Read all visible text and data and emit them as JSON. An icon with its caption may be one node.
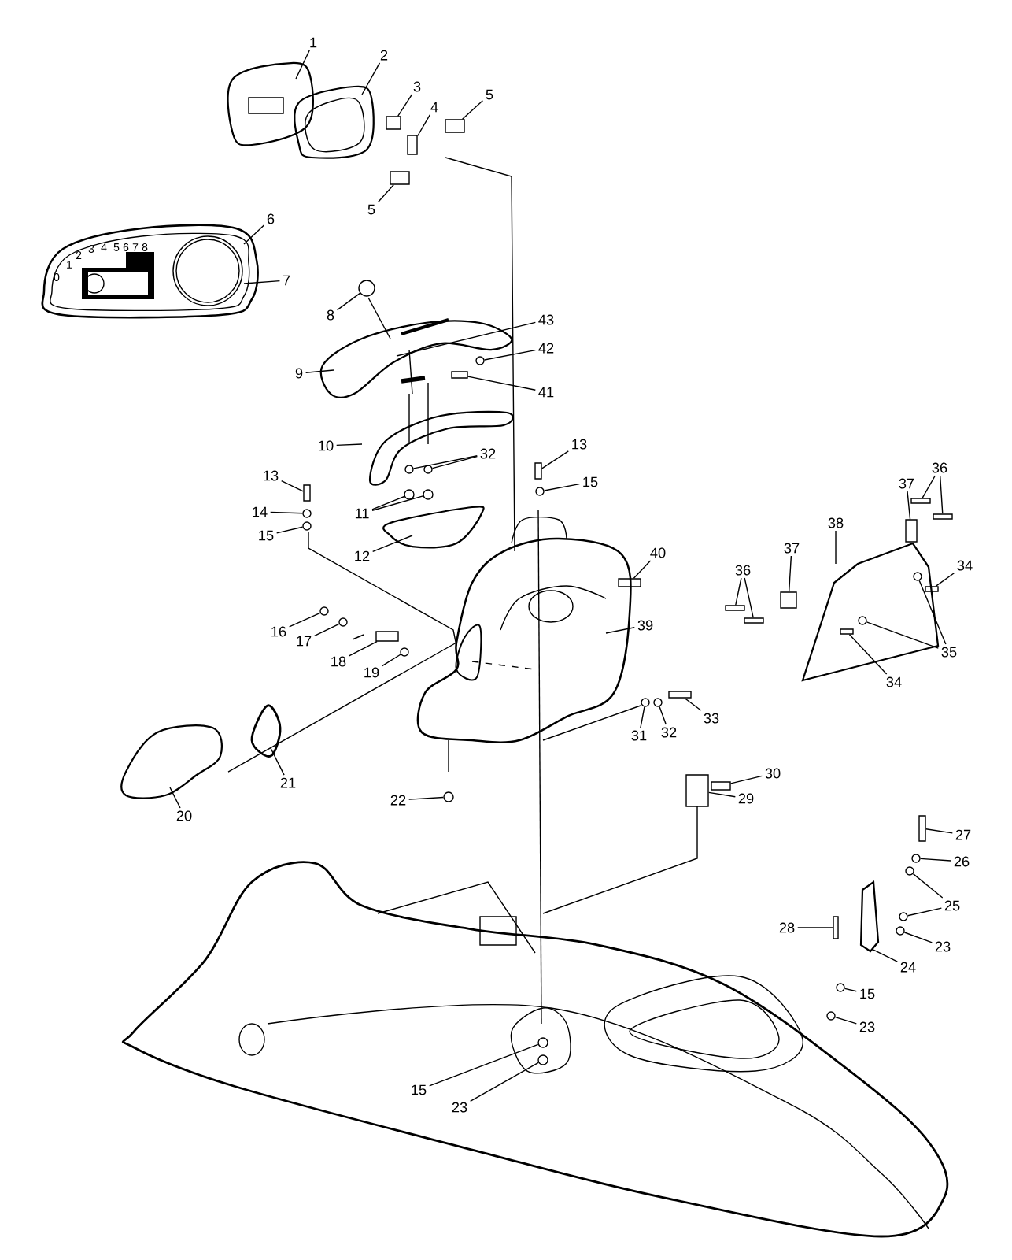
{
  "diagram": {
    "nodes": [
      {
        "text": [
          "1"
        ]
      },
      {
        "text": [
          "2"
        ]
      },
      {
        "text": [
          "3"
        ]
      },
      {
        "text": [
          "4"
        ]
      },
      {
        "text": [
          "5"
        ]
      },
      {
        "text": [
          "5"
        ]
      },
      {
        "text": [
          "6"
        ]
      },
      {
        "text": [
          "7"
        ]
      },
      {
        "text": [
          "8"
        ]
      },
      {
        "text": [
          "9"
        ]
      },
      {
        "text": [
          "43"
        ]
      },
      {
        "text": [
          "42"
        ]
      },
      {
        "text": [
          "41"
        ]
      },
      {
        "text": [
          "10"
        ]
      },
      {
        "text": [
          "32"
        ]
      },
      {
        "text": [
          "13"
        ]
      },
      {
        "text": [
          "13"
        ]
      },
      {
        "text": [
          "15"
        ]
      },
      {
        "text": [
          "14"
        ]
      },
      {
        "text": [
          "11"
        ]
      },
      {
        "text": [
          "15"
        ]
      },
      {
        "text": [
          "12"
        ]
      },
      {
        "text": [
          "40"
        ]
      },
      {
        "text": [
          "39"
        ]
      },
      {
        "text": [
          "16"
        ]
      },
      {
        "text": [
          "17"
        ]
      },
      {
        "text": [
          "18"
        ]
      },
      {
        "text": [
          "19"
        ]
      },
      {
        "text": [
          "21"
        ]
      },
      {
        "text": [
          "20"
        ]
      },
      {
        "text": [
          "22"
        ]
      },
      {
        "text": [
          "31"
        ]
      },
      {
        "text": [
          "32"
        ]
      },
      {
        "text": [
          "33"
        ]
      },
      {
        "text": [
          "36"
        ]
      },
      {
        "text": [
          "37"
        ]
      },
      {
        "text": [
          "38"
        ]
      },
      {
        "text": [
          "37"
        ]
      },
      {
        "text": [
          "36"
        ]
      },
      {
        "text": [
          "34"
        ]
      },
      {
        "text": [
          "35"
        ]
      },
      {
        "text": [
          "34"
        ]
      },
      {
        "text": [
          "30"
        ]
      },
      {
        "text": [
          "29"
        ]
      },
      {
        "text": [
          "27"
        ]
      },
      {
        "text": [
          "26"
        ]
      },
      {
        "text": [
          "25"
        ]
      },
      {
        "text": [
          "28"
        ]
      },
      {
        "text": [
          "23"
        ]
      },
      {
        "text": [
          "24"
        ]
      },
      {
        "text": [
          "15"
        ]
      },
      {
        "text": [
          "23"
        ]
      },
      {
        "text": [
          "15"
        ]
      },
      {
        "text": [
          "23"
        ]
      },
      {
        "text": [],
        "shape": "box"
      },
      {
        "text": [],
        "shape": "box"
      },
      {
        "text": [],
        "shape": "box"
      },
      {
        "text": [],
        "shape": "box"
      },
      {
        "text": [],
        "shape": "circle"
      },
      {
        "text": [],
        "shape": "circle"
      },
      {
        "text": [],
        "shape": "box"
      },
      {
        "text": [],
        "shape": "circle"
      },
      {
        "text": [],
        "shape": "circle"
      },
      {
        "text": [],
        "shape": "box"
      },
      {
        "text": [],
        "shape": "box"
      },
      {
        "text": [],
        "shape": "circle"
      },
      {
        "text": [],
        "shape": "circle"
      },
      {
        "text": [],
        "shape": "circle"
      },
      {
        "text": [],
        "shape": "circle"
      },
      {
        "text": [],
        "shape": "circle"
      },
      {
        "text": [],
        "shape": "box"
      },
      {
        "text": [],
        "shape": "circle"
      },
      {
        "text": [],
        "shape": "circle"
      },
      {
        "text": [],
        "shape": "box"
      },
      {
        "text": [],
        "shape": "circle"
      },
      {
        "text": [],
        "shape": "circle"
      },
      {
        "text": [],
        "shape": "circle"
      },
      {
        "text": [],
        "shape": "circle"
      },
      {
        "text": [],
        "shape": "box"
      },
      {
        "text": [],
        "shape": "box"
      },
      {
        "text": [],
        "shape": "box"
      },
      {
        "text": [],
        "shape": "box"
      },
      {
        "text": [],
        "shape": "box"
      },
      {
        "text": [],
        "shape": "box"
      },
      {
        "text": [],
        "shape": "box"
      },
      {
        "text": [],
        "shape": "box"
      },
      {
        "text": [],
        "shape": "circle"
      },
      {
        "text": [],
        "shape": "circle"
      },
      {
        "text": [],
        "shape": "box"
      },
      {
        "text": [],
        "shape": "box"
      },
      {
        "text": [],
        "shape": "box"
      },
      {
        "text": [],
        "shape": "box"
      },
      {
        "text": [],
        "shape": "circle"
      },
      {
        "text": [],
        "shape": "circle"
      },
      {
        "text": [],
        "shape": "circle"
      },
      {
        "text": [],
        "shape": "box"
      },
      {
        "text": [],
        "shape": "circle"
      },
      {
        "text": [],
        "shape": "circle"
      },
      {
        "text": [],
        "shape": "circle"
      },
      {
        "text": [],
        "shape": "circle"
      },
      {
        "text": [],
        "shape": "circle"
      }
    ],
    "edges": [
      {
        "from": 0,
        "to": null,
        "arrow": "none"
      },
      {
        "from": 1,
        "to": null,
        "arrow": "none"
      },
      {
        "from": 2,
        "to": 54,
        "arrow": "none"
      },
      {
        "from": 3,
        "to": 55,
        "arrow": "none"
      },
      {
        "from": 4,
        "to": 56,
        "arrow": "none"
      },
      {
        "from": 5,
        "to": 57,
        "arrow": "none"
      },
      {
        "from": 6,
        "to": null,
        "arrow": "none"
      },
      {
        "from": 7,
        "to": null,
        "arrow": "none"
      },
      {
        "from": 8,
        "to": 58,
        "arrow": "none"
      },
      {
        "from": 9,
        "to": null,
        "arrow": "none"
      },
      {
        "from": 10,
        "to": null,
        "arrow": "none"
      },
      {
        "from": 11,
        "to": 59,
        "arrow": "none"
      },
      {
        "from": 12,
        "to": 60,
        "arrow": "none"
      },
      {
        "from": 13,
        "to": null,
        "arrow": "none"
      },
      {
        "from": 14,
        "to": 61,
        "arrow": "none"
      },
      {
        "from": 14,
        "to": 62,
        "arrow": "none"
      },
      {
        "from": 15,
        "to": 63,
        "arrow": "none"
      },
      {
        "from": 16,
        "to": 64,
        "arrow": "none"
      },
      {
        "from": 17,
        "to": 65,
        "arrow": "none"
      },
      {
        "from": 18,
        "to": 66,
        "arrow": "none"
      },
      {
        "from": 19,
        "to": 67,
        "arrow": "none"
      },
      {
        "from": 19,
        "to": 68,
        "arrow": "none"
      },
      {
        "from": 20,
        "to": 69,
        "arrow": "none"
      },
      {
        "from": 21,
        "to": null,
        "arrow": "none"
      },
      {
        "from": 22,
        "to": 70,
        "arrow": "none"
      },
      {
        "from": 23,
        "to": null,
        "arrow": "none"
      },
      {
        "from": 24,
        "to": 71,
        "arrow": "none"
      },
      {
        "from": 25,
        "to": 72,
        "arrow": "none"
      },
      {
        "from": 26,
        "to": 73,
        "arrow": "none"
      },
      {
        "from": 27,
        "to": 74,
        "arrow": "none"
      },
      {
        "from": 28,
        "to": null,
        "arrow": "none"
      },
      {
        "from": 29,
        "to": null,
        "arrow": "none"
      },
      {
        "from": 30,
        "to": 75,
        "arrow": "none"
      },
      {
        "from": 31,
        "to": 76,
        "arrow": "none"
      },
      {
        "from": 32,
        "to": 77,
        "arrow": "none"
      },
      {
        "from": 33,
        "to": 78,
        "arrow": "none"
      },
      {
        "from": 34,
        "to": 79,
        "arrow": "none"
      },
      {
        "from": 34,
        "to": 80,
        "arrow": "none"
      },
      {
        "from": 35,
        "to": 81,
        "arrow": "none"
      },
      {
        "from": 36,
        "to": null,
        "arrow": "none"
      },
      {
        "from": 37,
        "to": 82,
        "arrow": "none"
      },
      {
        "from": 38,
        "to": 83,
        "arrow": "none"
      },
      {
        "from": 38,
        "to": 84,
        "arrow": "none"
      },
      {
        "from": 39,
        "to": 85,
        "arrow": "none"
      },
      {
        "from": 40,
        "to": 86,
        "arrow": "none"
      },
      {
        "from": 40,
        "to": 87,
        "arrow": "none"
      },
      {
        "from": 41,
        "to": 88,
        "arrow": "none"
      },
      {
        "from": 42,
        "to": 89,
        "arrow": "none"
      },
      {
        "from": 43,
        "to": 90,
        "arrow": "none"
      },
      {
        "from": 44,
        "to": 91,
        "arrow": "none"
      },
      {
        "from": 45,
        "to": 92,
        "arrow": "none"
      },
      {
        "from": 46,
        "to": 93,
        "arrow": "none"
      },
      {
        "from": 46,
        "to": 94,
        "arrow": "none"
      },
      {
        "from": 47,
        "to": 95,
        "arrow": "none"
      },
      {
        "from": 48,
        "to": 96,
        "arrow": "none"
      },
      {
        "from": 49,
        "to": null,
        "arrow": "none"
      },
      {
        "from": 50,
        "to": 97,
        "arrow": "none"
      },
      {
        "from": 51,
        "to": 98,
        "arrow": "none"
      },
      {
        "from": 52,
        "to": 99,
        "arrow": "none"
      },
      {
        "from": 53,
        "to": 100,
        "arrow": "none"
      }
    ],
    "labels": [
      "0",
      "1",
      "2",
      "3",
      "4",
      "5",
      "6",
      "7",
      "8"
    ]
  }
}
